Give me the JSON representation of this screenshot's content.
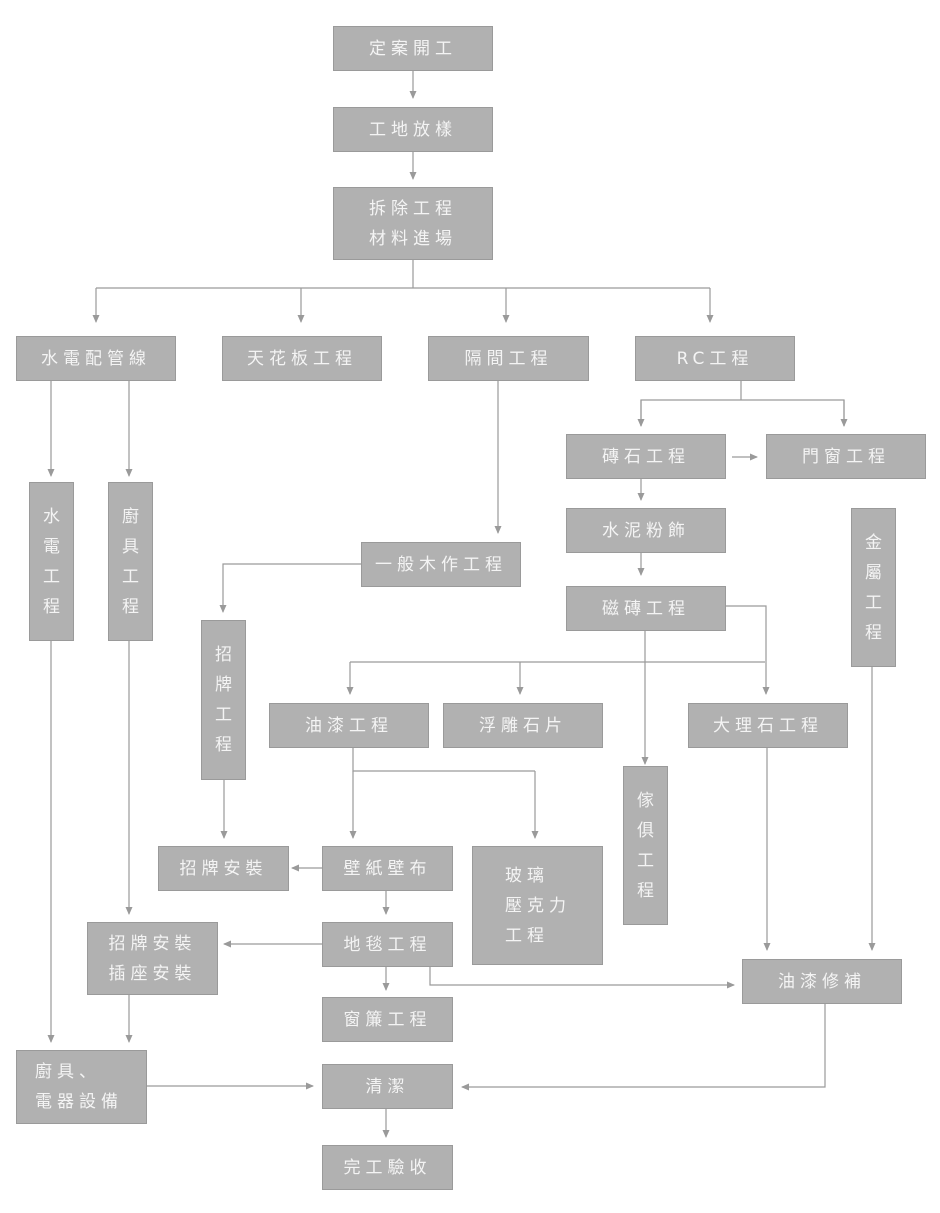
{
  "title": "裝修工程流程圖",
  "colors": {
    "box_fill": "#b1b1b1",
    "box_border": "#9a9a9a",
    "box_text": "#f4f4f4",
    "line": "#9a9a9a"
  },
  "nodes": {
    "start": "定案開工",
    "layout": "工地放樣",
    "demolition": "拆除工程\n材料進場",
    "plumbing_electric_piping": "水電配管線",
    "ceiling": "天花板工程",
    "partition": "隔間工程",
    "rc": "RC工程",
    "plumbing_electric_work": "水\n電\n工\n程",
    "kitchen_work": "廚\n具\n工\n程",
    "brick_stone": "磚石工程",
    "door_window": "門窗工程",
    "cement_plaster": "水泥粉飾",
    "metal_work": "金\n屬\n工\n程",
    "carpentry": "一般木作工程",
    "signage_work": "招\n牌\n工\n程",
    "tile": "磁磚工程",
    "paint": "油漆工程",
    "relief_stone": "浮雕石片",
    "marble": "大理石工程",
    "furniture": "傢\n俱\n工\n程",
    "sign_install": "招牌安裝",
    "wallpaper": "壁紙壁布",
    "glass_acrylic": "玻璃\n壓克力\n工程",
    "carpet": "地毯工程",
    "sign_socket_install": "招牌安裝\n插座安裝",
    "paint_touchup": "油漆修補",
    "curtain": "窗簾工程",
    "kitchen_appliance": "廚具、\n電器設備",
    "cleaning": "清潔",
    "completion": "完工驗收"
  },
  "edges": [
    [
      "start",
      "layout"
    ],
    [
      "layout",
      "demolition"
    ],
    [
      "demolition",
      "plumbing_electric_piping"
    ],
    [
      "demolition",
      "ceiling"
    ],
    [
      "demolition",
      "partition"
    ],
    [
      "demolition",
      "rc"
    ],
    [
      "plumbing_electric_piping",
      "plumbing_electric_work"
    ],
    [
      "plumbing_electric_piping",
      "kitchen_work"
    ],
    [
      "rc",
      "brick_stone"
    ],
    [
      "rc",
      "door_window"
    ],
    [
      "brick_stone",
      "door_window"
    ],
    [
      "brick_stone",
      "cement_plaster"
    ],
    [
      "cement_plaster",
      "tile"
    ],
    [
      "partition",
      "carpentry"
    ],
    [
      "carpentry",
      "signage_work"
    ],
    [
      "tile",
      "paint"
    ],
    [
      "tile",
      "relief_stone"
    ],
    [
      "tile",
      "marble"
    ],
    [
      "tile",
      "furniture"
    ],
    [
      "paint",
      "wallpaper"
    ],
    [
      "paint",
      "glass_acrylic"
    ],
    [
      "signage_work",
      "sign_install"
    ],
    [
      "wallpaper",
      "sign_install"
    ],
    [
      "wallpaper",
      "carpet"
    ],
    [
      "carpet",
      "sign_socket_install"
    ],
    [
      "carpet",
      "curtain"
    ],
    [
      "carpet",
      "paint_touchup"
    ],
    [
      "kitchen_work",
      "sign_socket_install"
    ],
    [
      "marble",
      "paint_touchup"
    ],
    [
      "metal_work",
      "paint_touchup"
    ],
    [
      "plumbing_electric_work",
      "kitchen_appliance"
    ],
    [
      "sign_socket_install",
      "kitchen_appliance"
    ],
    [
      "kitchen_appliance",
      "cleaning"
    ],
    [
      "paint_touchup",
      "cleaning"
    ],
    [
      "cleaning",
      "completion"
    ]
  ]
}
